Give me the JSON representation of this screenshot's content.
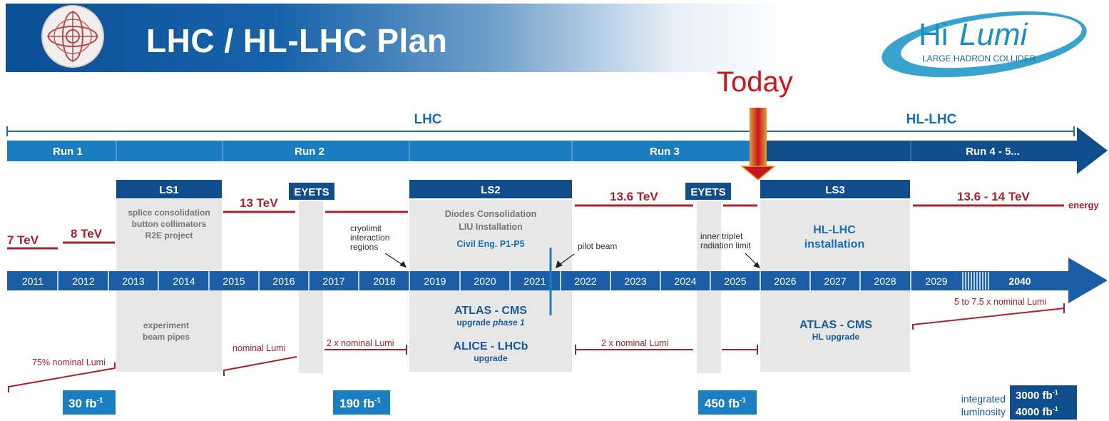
{
  "header": {
    "title": "LHC / HL-LHC Plan",
    "logo_name": "HiLumi",
    "logo_hi": "Hi",
    "logo_lumi": "Lumi",
    "logo_subtitle": "LARGE HADRON COLLIDER"
  },
  "today_label": "Today",
  "eras": {
    "lhc": "LHC",
    "hl_lhc": "HL-LHC"
  },
  "runs": [
    "Run 1",
    "Run 2",
    "Run 3",
    "Run 4 - 5..."
  ],
  "shutdowns": {
    "ls1": "LS1",
    "ls2": "LS2",
    "ls3": "LS3",
    "eyets_1": "EYETS",
    "eyets_2": "EYETS"
  },
  "energies": {
    "e1": "7 TeV",
    "e2": "8 TeV",
    "e3": "13 TeV",
    "e4": "13.6 TeV",
    "e5": "13.6 - 14 TeV",
    "label": "energy"
  },
  "ls1_works": [
    "splice consolidation",
    "button collimators",
    "R2E project"
  ],
  "ls1_experiment": [
    "experiment",
    "beam pipes"
  ],
  "ls2_works": [
    "Diodes Consolidation",
    "LIU Installation"
  ],
  "ls2_civil": "Civil Eng. P1-P5",
  "ls2_experiments": {
    "atlas_cms": "ATLAS - CMS",
    "upgrade_prefix": "upgrade ",
    "upgrade_phase": "phase 1",
    "alice_lhcb": "ALICE - LHCb",
    "upgrade": "upgrade"
  },
  "ls3_works": [
    "HL-LHC",
    "installation"
  ],
  "ls3_experiments": {
    "atlas_cms": "ATLAS - CMS",
    "hl_upgrade": "HL upgrade"
  },
  "annotations": {
    "cryolimit": [
      "cryolimit",
      "interaction",
      "regions"
    ],
    "pilot_beam": "pilot beam",
    "inner_triplet": [
      "inner triplet",
      "radiation limit"
    ]
  },
  "years": [
    "2011",
    "2012",
    "2013",
    "2014",
    "2015",
    "2016",
    "2017",
    "2018",
    "2019",
    "2020",
    "2021",
    "2022",
    "2023",
    "2024",
    "2025",
    "2026",
    "2027",
    "2028",
    "2029",
    "2040"
  ],
  "luminosity": {
    "run1": "75% nominal Lumi",
    "run2a": "nominal Lumi",
    "run2b": "2 x nominal Lumi",
    "run3": "2 x nominal Lumi",
    "hl": "5 to 7.5 x nominal Lumi"
  },
  "integrated": {
    "run1": "30 fb",
    "run2": "190 fb",
    "run3": "450 fb",
    "hl_a": "3000 fb",
    "hl_b": "4000 fb",
    "sup": "-1",
    "label": [
      "integrated",
      "luminosity"
    ]
  },
  "colors": {
    "blue_band": "#1a6fb3",
    "dark_blue": "#0f4d8c",
    "arrow_blue": "#1c5ea6",
    "red": "#b21e2d",
    "grey_box": "#e7e7e7",
    "lumi_box": "#1a7fc2",
    "today_red": "#d3151b"
  }
}
